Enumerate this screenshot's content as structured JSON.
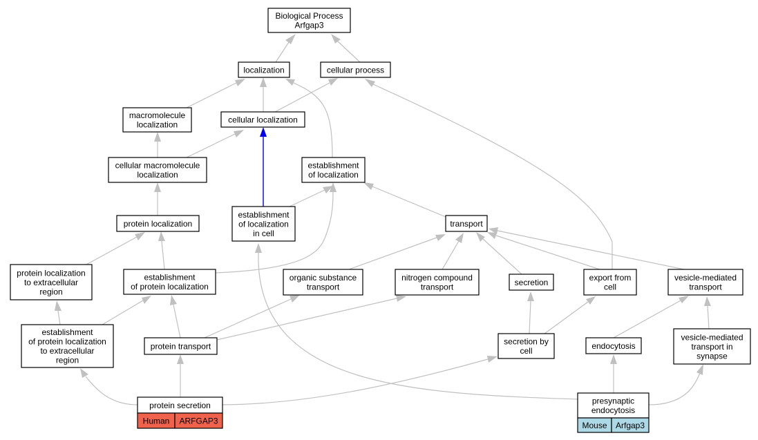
{
  "nodes": {
    "bp": "Biological Process\nArfgap3",
    "localization": "localization",
    "cellular_process": "cellular process",
    "macromolecule_localization": "macromolecule\nlocalization",
    "cellular_localization": "cellular localization",
    "cellular_macromolecule_localization": "cellular macromolecule\nlocalization",
    "establishment_of_localization": "establishment\nof localization",
    "establishment_of_localization_in_cell": "establishment\nof localization\nin cell",
    "protein_localization": "protein localization",
    "transport": "transport",
    "protein_localization_to_extracellular_region": "protein localization\nto extracellular\nregion",
    "establishment_of_protein_localization": "establishment\nof protein localization",
    "organic_substance_transport": "organic substance\ntransport",
    "nitrogen_compound_transport": "nitrogen compound\ntransport",
    "secretion": "secretion",
    "export_from_cell": "export from\ncell",
    "vesicle_mediated_transport": "vesicle-mediated\ntransport",
    "establishment_of_protein_localization_to_extracellular_region": "establishment\nof protein localization\nto extracellular\nregion",
    "protein_transport": "protein transport",
    "secretion_by_cell": "secretion by\ncell",
    "endocytosis": "endocytosis",
    "vesicle_mediated_transport_in_synapse": "vesicle-mediated\ntransport in\nsynapse",
    "protein_secretion": "protein secretion",
    "presynaptic_endocytosis": "presynaptic\nendocytosis"
  },
  "tags": {
    "protein_secretion": {
      "species": "Human",
      "gene": "ARFGAP3",
      "color": "#f0624c"
    },
    "presynaptic_endocytosis": {
      "species": "Mouse",
      "gene": "Arfgap3",
      "color": "#add8e6"
    }
  },
  "colors": {
    "edge": "#c0c0c0",
    "highlight_edge": "#0000ee"
  }
}
